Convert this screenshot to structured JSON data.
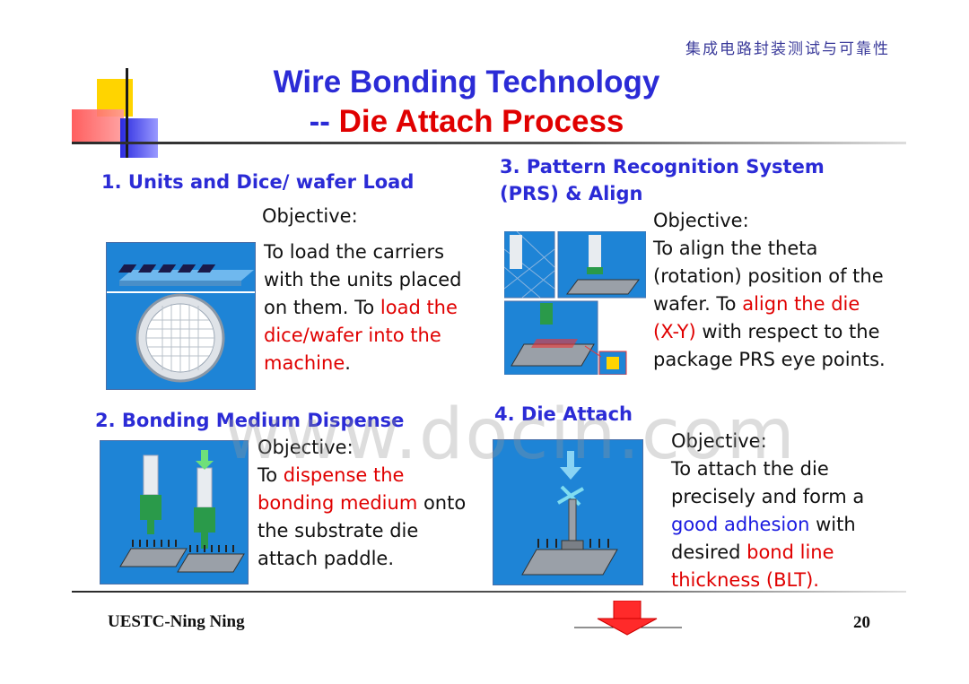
{
  "header": {
    "course": "集成电路封装测试与可靠性",
    "title_line1": "Wire Bonding Technology",
    "title_dash": "-- ",
    "title_red": "Die Attach Process"
  },
  "sections": {
    "s1": {
      "heading": "1. Units and Dice/ wafer Load",
      "objective": "Objective:",
      "text_a": "To load the carriers with the units placed on them. To ",
      "text_red": "load the dice/wafer into the machine",
      "text_b": "."
    },
    "s2": {
      "heading": "2. Bonding Medium Dispense",
      "objective": "Objective:",
      "text_a": "To ",
      "text_red": "dispense the bonding medium",
      "text_b": " onto the substrate die attach paddle."
    },
    "s3": {
      "heading_line1": "3. Pattern Recognition System",
      "heading_line2": "(PRS) & Align",
      "objective": "Objective:",
      "text_a": "To align the theta (rotation) position of the wafer. To ",
      "text_red": "align the die (X-Y)",
      "text_b": " with respect to the package PRS eye points."
    },
    "s4": {
      "heading": "4. Die Attach",
      "objective": "Objective:",
      "text_a": "To attach the die precisely and form a ",
      "text_blue": "good adhesion",
      "text_b": " with desired ",
      "text_red": "bond line thickness (BLT)."
    }
  },
  "watermark": "www.docin.com",
  "footer": {
    "author": "UESTC-Ning Ning",
    "page_number": "20"
  },
  "colors": {
    "title_blue": "#2b2bd6",
    "accent_red": "#e00000",
    "image_blue": "#1e84d6"
  }
}
